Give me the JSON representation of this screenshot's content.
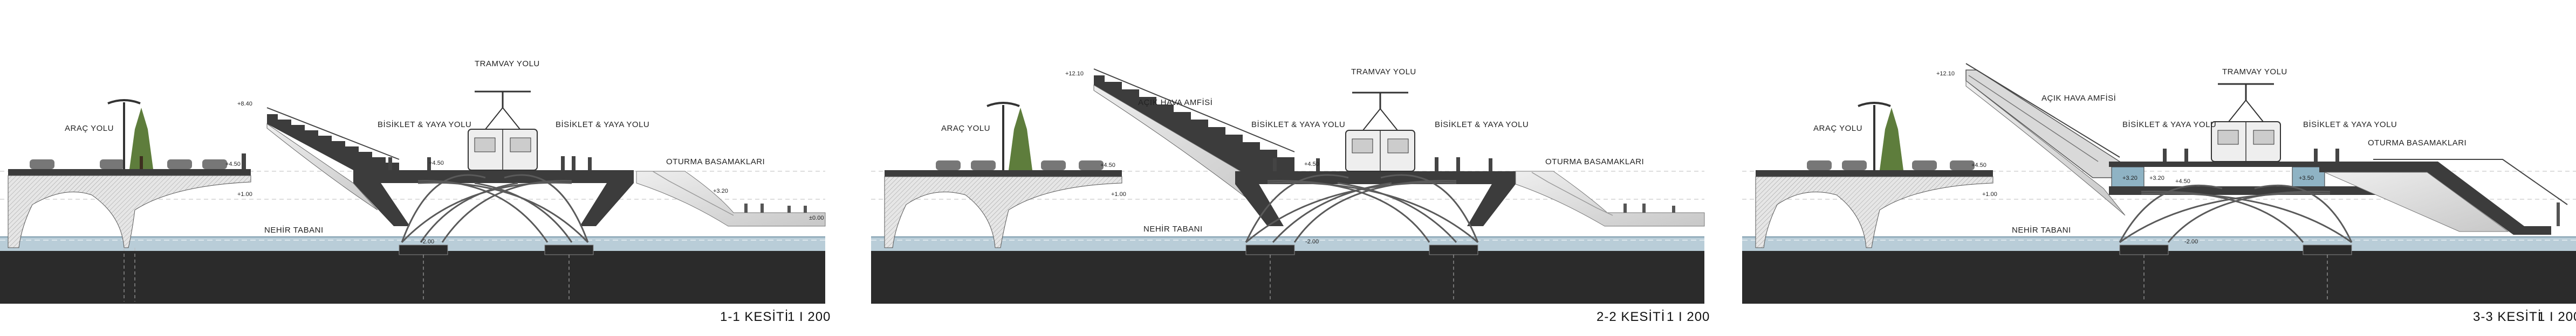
{
  "sections": [
    {
      "title": "1-1 KESİTİ",
      "scale": "1 I 200",
      "labels": {
        "arac_yolu": "ARAÇ YOLU",
        "tramvay_yolu": "TRAMVAY YOLU",
        "bisiklet_yaya_left": "BİSİKLET & YAYA YOLU",
        "bisiklet_yaya_right": "BİSİKLET & YAYA YOLU",
        "oturma": "OTURMA BASAMAKLARI",
        "nehir": "NEHİR TABANI"
      },
      "levels": {
        "top": "+8.40",
        "deck": "+4.50",
        "left_deck": "+4.50",
        "low": "+1.00",
        "step": "+3.20",
        "small": "±0.00",
        "water": "-2.00"
      }
    },
    {
      "title": "2-2 KESİTİ",
      "scale": "1 I 200",
      "labels": {
        "arac_yolu": "ARAÇ YOLU",
        "acik_hava": "AÇIK HAVA AMFİSİ",
        "tramvay_yolu": "TRAMVAY YOLU",
        "bisiklet_yaya_left": "BİSİKLET & YAYA YOLU",
        "bisiklet_yaya_right": "BİSİKLET & YAYA YOLU",
        "oturma": "OTURMA BASAMAKLARI",
        "nehir": "NEHİR TABANI"
      },
      "levels": {
        "top": "+12.10",
        "deck": "+4.50",
        "left_deck": "+4.50",
        "low": "+1.00",
        "water": "-2.00"
      }
    },
    {
      "title": "3-3 KESİTİ",
      "scale": "1 I 200",
      "labels": {
        "arac_yolu": "ARAÇ YOLU",
        "acik_hava": "AÇIK HAVA AMFİSİ",
        "tramvay_yolu": "TRAMVAY YOLU",
        "bisiklet_yaya_left": "BİSİKLET & YAYA YOLU",
        "bisiklet_yaya_right": "BİSİKLET & YAYA YOLU",
        "oturma": "OTURMA BASAMAKLARI",
        "nehir": "NEHİR TABANI"
      },
      "levels": {
        "top": "+12.10",
        "deck": "+4.50",
        "left_deck": "+4.50",
        "low": "+1.00",
        "inner_a": "+3.20",
        "inner_b": "+3.20",
        "inner_c": "+3.50",
        "water": "-2.00"
      }
    }
  ],
  "colors": {
    "deck": "#3c3c3c",
    "ground": "#2b2b2b",
    "water": "#b9cdd8",
    "water_line": "#7e9cad",
    "arch": "#5a5a5a",
    "glass": "#8fb3c4",
    "tree": "#5e7d3c"
  }
}
